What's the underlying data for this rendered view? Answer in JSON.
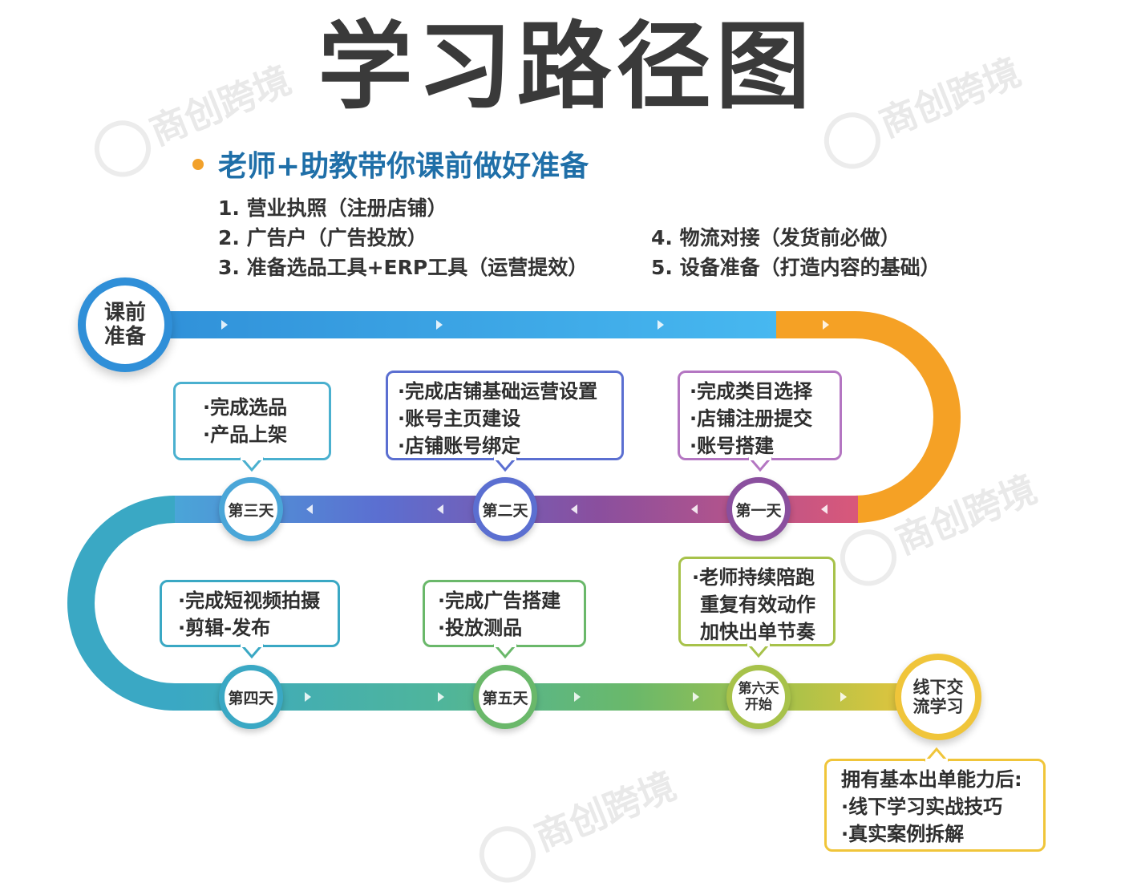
{
  "title": "学习路径图",
  "watermark": "商创跨境",
  "prep_heading": "老师+助教带你课前做好准备",
  "prep_items": [
    "1. 营业执照（注册店铺）",
    "2. 广告户（广告投放）",
    "3. 准备选品工具+ERP工具（运营提效）",
    "4. 物流对接（发货前必做）",
    "5. 设备准备（打造内容的基础）"
  ],
  "start_node": [
    "课前",
    "准备"
  ],
  "days": {
    "day1": {
      "label": "第一天",
      "tasks": [
        "·完成类目选择",
        "·店铺注册提交",
        "·账号搭建"
      ]
    },
    "day2": {
      "label": "第二天",
      "tasks": [
        "·完成店铺基础运营设置",
        "·账号主页建设",
        "·店铺账号绑定"
      ]
    },
    "day3": {
      "label": "第三天",
      "tasks": [
        "·完成选品",
        "·产品上架"
      ]
    },
    "day4": {
      "label": "第四天",
      "tasks": [
        "·完成短视频拍摄",
        "·剪辑-发布"
      ]
    },
    "day5": {
      "label": "第五天",
      "tasks": [
        "·完成广告搭建",
        "·投放测品"
      ]
    },
    "day6": {
      "label": [
        "第六天",
        "开始"
      ],
      "tasks": [
        "·老师持续陪跑",
        "重复有效动作",
        "加快出单节奏"
      ]
    }
  },
  "end_node": {
    "label": [
      "线下交",
      "流学习"
    ],
    "tasks": [
      "拥有基本出单能力后:",
      "·线下学习实战技巧",
      "·真实案例拆解"
    ]
  },
  "colors": {
    "blue": "#3aa9e8",
    "orange": "#f5a125",
    "pink": "#d9587a",
    "purple": "#8a4f9e",
    "indigo": "#5b6fd1",
    "sky": "#4aa6d8",
    "teal": "#3aa8c4",
    "green": "#6ab86a",
    "lime": "#a7c24a",
    "yellow": "#f0c53a"
  }
}
